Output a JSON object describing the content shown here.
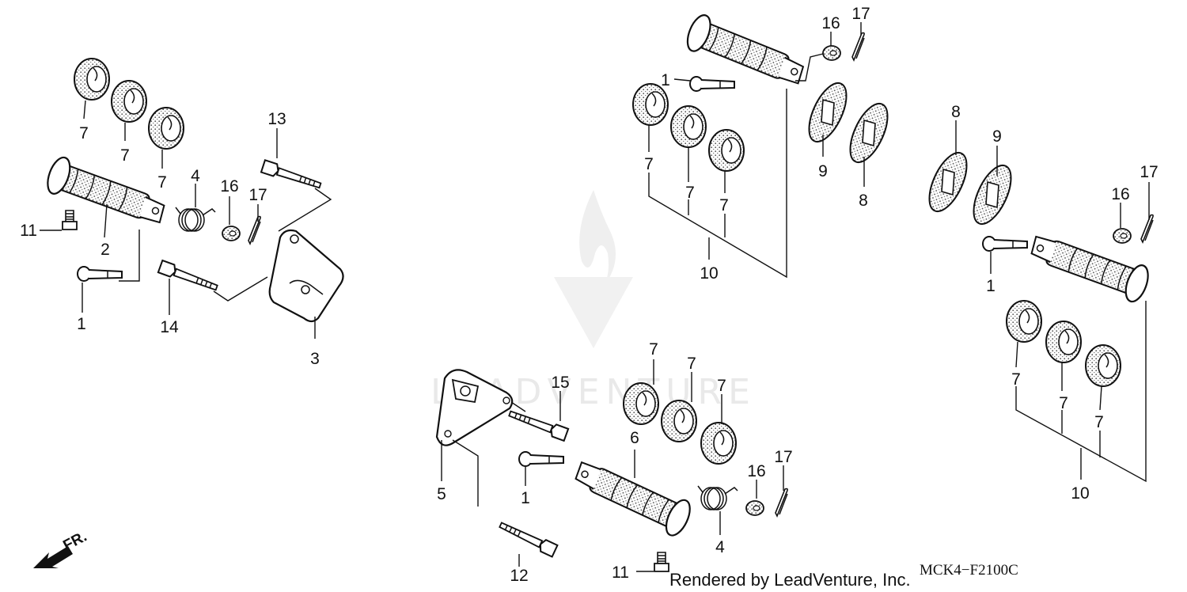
{
  "watermark": {
    "text": "LEADVENTURE"
  },
  "footer": {
    "rendered_by": "Rendered by LeadVenture, Inc.",
    "diagram_code": "MCK4−F2100C"
  },
  "direction": {
    "label": "FR."
  },
  "callouts": {
    "c_7a": "7",
    "c_7b": "7",
    "c_7c": "7",
    "c_11a": "11",
    "c_2": "2",
    "c_1a": "1",
    "c_4a": "4",
    "c_16a": "16",
    "c_17a": "17",
    "c_13": "13",
    "c_14": "14",
    "c_3": "3",
    "c_16b": "16",
    "c_17b": "17",
    "c_1b": "1",
    "c_7d": "7",
    "c_7e": "7",
    "c_7f": "7",
    "c_10a": "10",
    "c_9a": "9",
    "c_8a": "8",
    "c_8b": "8",
    "c_9b": "9",
    "c_17c": "17",
    "c_16c": "16",
    "c_1c": "1",
    "c_7g": "7",
    "c_7h": "7",
    "c_7i": "7",
    "c_10b": "10",
    "c_15": "15",
    "c_5": "5",
    "c_1d": "1",
    "c_6": "6",
    "c_7j": "7",
    "c_7k": "7",
    "c_7l": "7",
    "c_16d": "16",
    "c_17d": "17",
    "c_4b": "4",
    "c_12": "12",
    "c_11b": "11"
  }
}
